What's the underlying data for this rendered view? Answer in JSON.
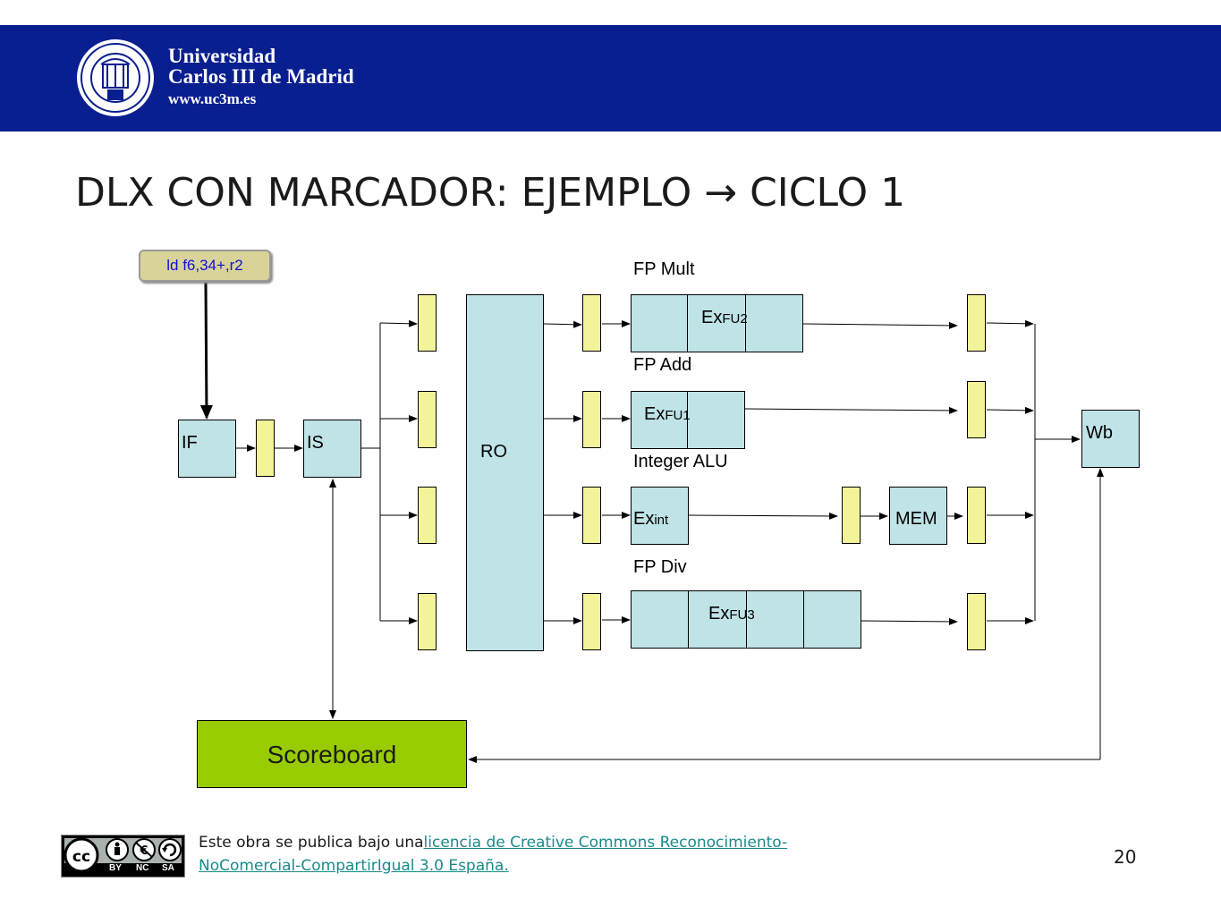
{
  "header": {
    "university_line1": "Universidad",
    "university_line2": "Carlos III de Madrid",
    "website": "www.uc3m.es"
  },
  "title": "DLX CON MARCADOR: EJEMPLO → CICLO 1",
  "diagram": {
    "instruction": "ld  f6,34+,r2",
    "stages": {
      "if": "IF",
      "is": "IS",
      "ro": "RO",
      "wb": "Wb",
      "mem": "MEM"
    },
    "units": {
      "fp_mult": "FP Mult",
      "fp_add": "FP Add",
      "integer_alu": "Integer ALU",
      "fp_div": "FP Div"
    },
    "ex_labels": {
      "fu2": {
        "main": "Ex",
        "sub": "FU2"
      },
      "fu1": {
        "main": "Ex",
        "sub": "FU1"
      },
      "int": {
        "main": "Ex",
        "sub": "int"
      },
      "fu3": {
        "main": "Ex",
        "sub": "FU3"
      }
    },
    "scoreboard": "Scoreboard"
  },
  "footer": {
    "license_prefix": "Este obra se publica bajo una",
    "license_link": "licencia de Creative Commons Reconocimiento-NoComercial-CompartirIgual  3.0 España.",
    "cc_badges": [
      "BY",
      "NC",
      "SA"
    ],
    "page_number": "20"
  },
  "colors": {
    "banner": "#0a1f8f",
    "stage_box": "#bfe3e6",
    "latch": "#f3f39a",
    "scoreboard": "#99cc00",
    "instruction_box": "#d9d39a",
    "instruction_text": "#1010d0"
  }
}
